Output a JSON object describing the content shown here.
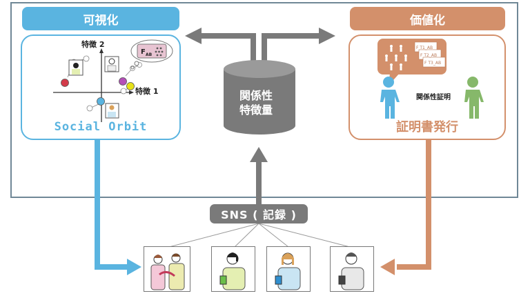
{
  "visualize": {
    "header": "可視化",
    "title": "Social Orbit",
    "axis_x_label": "特徴 1",
    "axis_y_label": "特徴 2",
    "bubble_label": "F",
    "bubble_sub": "AB",
    "colors": {
      "accent": "#5ab4e0",
      "red": "#d33b4a",
      "purple": "#b44fb8",
      "yellow": "#e6e21a",
      "blue": "#5ab4e0"
    }
  },
  "valorize": {
    "header": "価値化",
    "title": "証明書発行",
    "relation_label": "関係性証明",
    "cards": [
      "F T1_AB",
      "F T2_AB",
      "F T3_AB"
    ],
    "colors": {
      "accent": "#d3906b",
      "person_left": "#5ab4e0",
      "person_right": "#86b86a"
    }
  },
  "database": {
    "line1": "関係性",
    "line2": "特徴量",
    "color": "#7a7a7a"
  },
  "sns": {
    "label": "SNS ( 記録 )"
  },
  "users": [
    {
      "label": "couple"
    },
    {
      "label": "woman-dark-hair"
    },
    {
      "label": "woman-glasses"
    },
    {
      "label": "man-glasses"
    }
  ],
  "colors": {
    "frame": "#6f8796",
    "arrow_gray": "#7a7a7a",
    "arrow_blue": "#5ab4e0",
    "arrow_orange": "#d3906b"
  }
}
